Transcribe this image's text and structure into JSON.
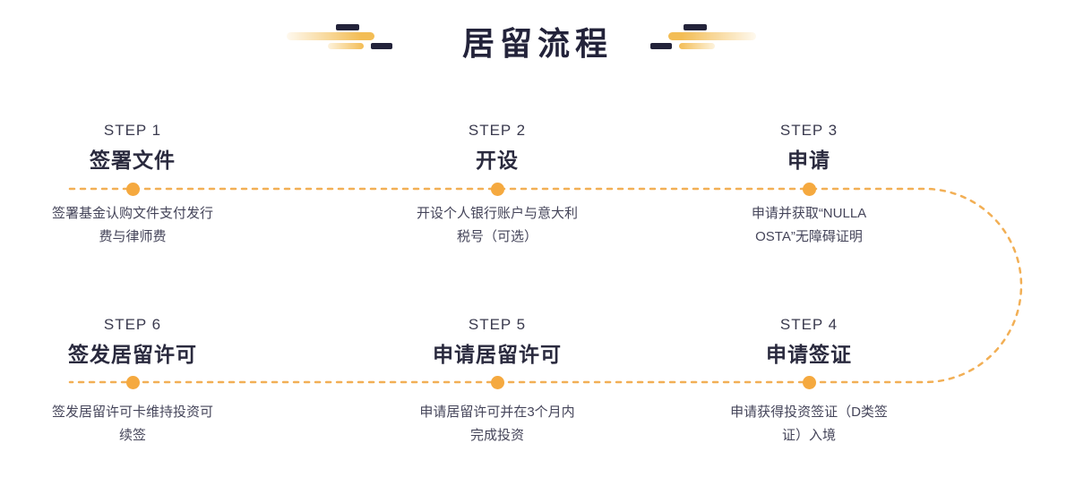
{
  "page": {
    "title": "居留流程"
  },
  "colors": {
    "accent": "#F5A93F",
    "line": "#F2AF55",
    "dark": "#23233A"
  },
  "steps": [
    {
      "label": "STEP 1",
      "title": "签署文件",
      "desc": "签署基金认购文件支付发行\n费与律师费"
    },
    {
      "label": "STEP 2",
      "title": "开设",
      "desc": "开设个人银行账户与意大利\n税号（可选）"
    },
    {
      "label": "STEP 3",
      "title": "申请",
      "desc": "申请并获取“NULLA\nOSTA”无障碍证明"
    },
    {
      "label": "STEP 4",
      "title": "申请签证",
      "desc": "申请获得投资签证（D类签\n证）入境"
    },
    {
      "label": "STEP 5",
      "title": "申请居留许可",
      "desc": "申请居留许可并在3个月内\n完成投资"
    },
    {
      "label": "STEP 6",
      "title": "签发居留许可",
      "desc": "签发居留许可卡维持投资可\n续签"
    }
  ]
}
